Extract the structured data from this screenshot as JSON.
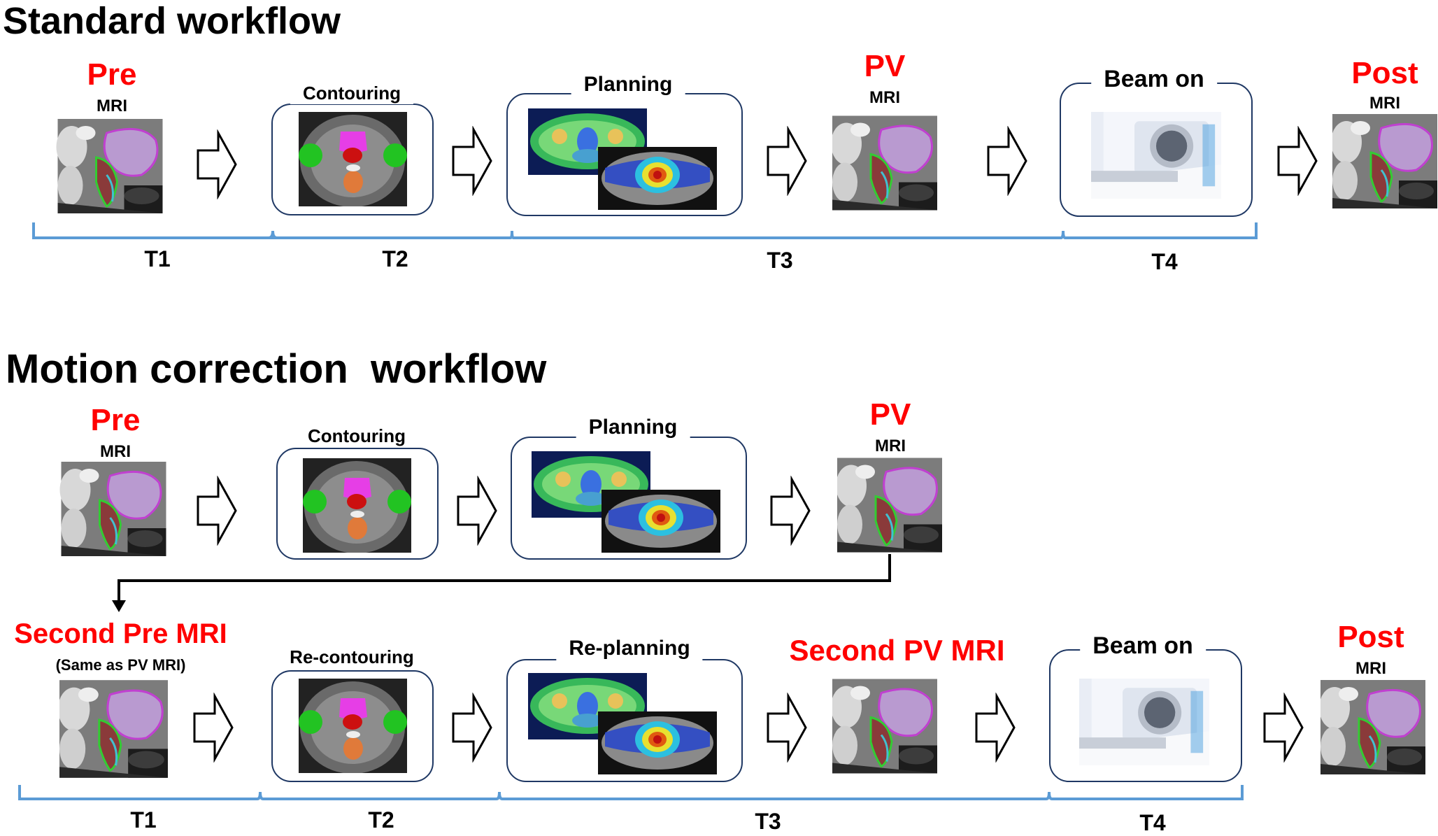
{
  "standard": {
    "title": "Standard workflow",
    "pre": {
      "label": "Pre",
      "sub": "MRI"
    },
    "contouring": "Contouring",
    "planning": "Planning",
    "pv": {
      "label": "PV",
      "sub": "MRI"
    },
    "beam_on": "Beam on",
    "post": {
      "label": "Post",
      "sub": "MRI"
    },
    "time_labels": [
      "T1",
      "T2",
      "T3",
      "T4"
    ]
  },
  "motion": {
    "title": "Motion correction  workflow",
    "pre": {
      "label": "Pre",
      "sub": "MRI"
    },
    "contouring": "Contouring",
    "planning": "Planning",
    "pv": {
      "label": "PV",
      "sub": "MRI"
    },
    "second_pre": {
      "label": "Second Pre MRI",
      "sub": "(Same as PV MRI)"
    },
    "recontouring": "Re-contouring",
    "replanning": "Re-planning",
    "second_pv": "Second PV MRI",
    "beam_on": "Beam on",
    "post": {
      "label": "Post",
      "sub": "MRI"
    },
    "time_labels": [
      "T1",
      "T2",
      "T3",
      "T4"
    ]
  },
  "colors": {
    "accent_red": "#ff0000",
    "box_border": "#1f3864",
    "bracket_blue": "#5b9bd5"
  }
}
